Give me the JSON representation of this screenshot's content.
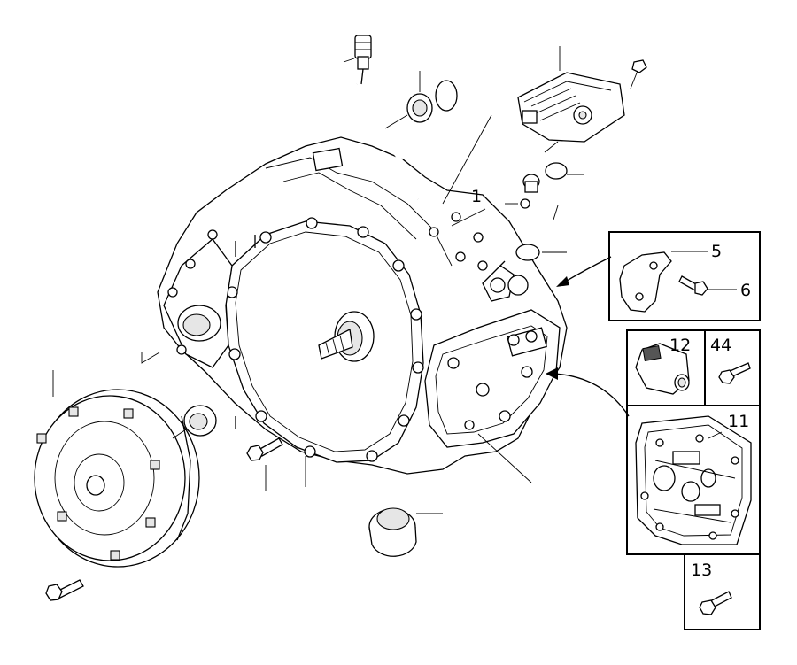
{
  "callouts": {
    "c1": "1",
    "c5": "5",
    "c6": "6",
    "c12": "12",
    "c44": "44",
    "c11": "11",
    "c13": "13"
  },
  "icons": [
    "transmission-housing",
    "torque-converter",
    "control-module",
    "valve-body",
    "solenoid",
    "bolt",
    "seal-ring",
    "o-ring",
    "bracket"
  ]
}
